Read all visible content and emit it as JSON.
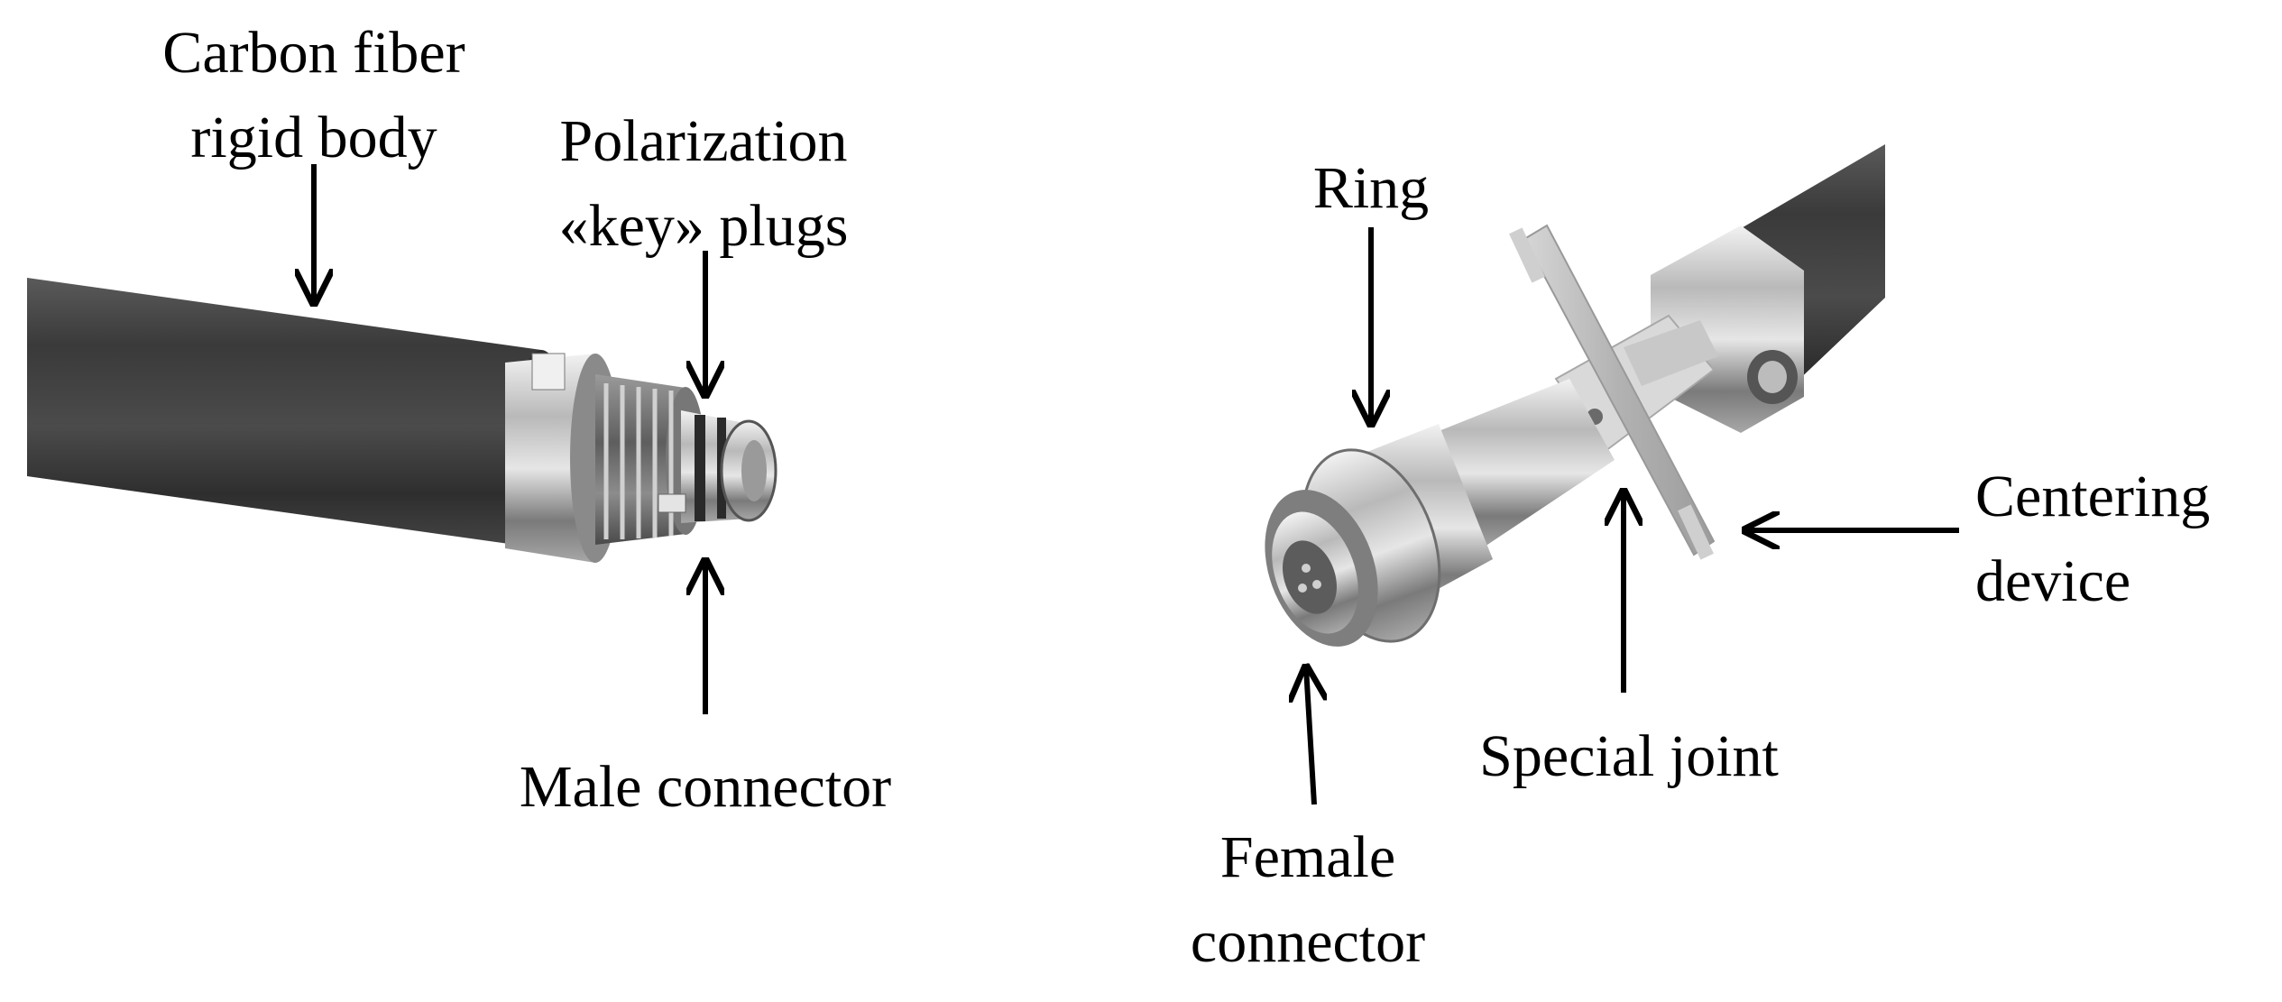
{
  "figure": {
    "left_assembly": {
      "rigid_body_label_line1": "Carbon fiber",
      "rigid_body_label_line2": "rigid body",
      "polarization_label_line1": "Polarization",
      "polarization_label_line2": "«key» plugs",
      "male_connector_label": "Male connector"
    },
    "right_assembly": {
      "ring_label": "Ring",
      "centering_label_line1": "Centering",
      "centering_label_line2": "device",
      "special_joint_label": "Special joint",
      "female_connector_label_line1": "Female",
      "female_connector_label_line2": "connector"
    }
  },
  "colors": {
    "background": "#ffffff",
    "text": "#000000",
    "carbon_tube": "#3c3c3c",
    "metal_light": "#d8d8d8",
    "metal_dark": "#6e6e6e",
    "centering_plastic": "#bdbdbd"
  }
}
